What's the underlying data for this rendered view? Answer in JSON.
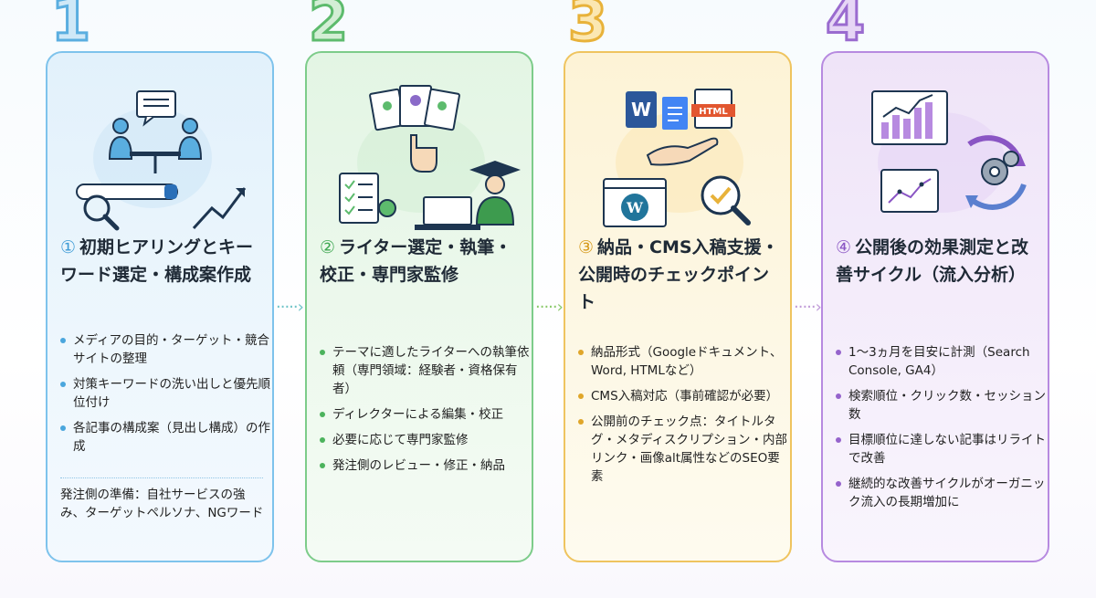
{
  "steps": [
    {
      "number": "1",
      "circled": "①",
      "title": "初期ヒアリングとキーワード選定・構成案作成",
      "bullets": [
        "メディアの目的・ターゲット・競合サイトの整理",
        "対策キーワードの洗い出しと優先順位付け",
        "各記事の構成案（見出し構成）の作成"
      ],
      "note": "発注側の準備：自社サービスの強み、ターゲットペルソナ、NGワード"
    },
    {
      "number": "2",
      "circled": "②",
      "title": "ライター選定・執筆・校正・専門家監修",
      "bullets": [
        "テーマに適したライターへの執筆依頼（専門領域：経験者・資格保有者）",
        "ディレクターによる編集・校正",
        "必要に応じて専門家監修",
        "発注側のレビュー・修正・納品"
      ]
    },
    {
      "number": "3",
      "circled": "③",
      "title": "納品・CMS入稿支援・公開時のチェックポイント",
      "bullets": [
        "納品形式（Googleドキュメント、Word, HTMLなど）",
        "CMS入稿対応（事前確認が必要）",
        "公開前のチェック点：タイトルタグ・メタディスクリプション・内部リンク・画像alt属性などのSEO要素"
      ],
      "icon_labels": {
        "word": "W",
        "html": "HTML"
      }
    },
    {
      "number": "4",
      "circled": "④",
      "title": "公開後の効果測定と改善サイクル（流入分析）",
      "bullets": [
        "1〜3ヵ月を目安に計測（Search Console, GA4）",
        "検索順位・クリック数・セッション数",
        "目標順位に達しない記事はリライトで改善",
        "継続的な改善サイクルがオーガニック流入の長期増加に"
      ]
    }
  ],
  "arrow_glyph": "·····›",
  "colors": {
    "blue": "#5aaee0",
    "green": "#5dbb6d",
    "yellow": "#e8b23a",
    "purple": "#9a6bcf"
  },
  "icons": [
    "meeting-icon",
    "search-bar-icon",
    "magnifier-icon",
    "trend-arrow-icon",
    "profile-cards-icon",
    "pointing-hand-icon",
    "checklist-icon",
    "graduate-laptop-icon",
    "word-doc-icon",
    "document-icon",
    "html-file-icon",
    "handshake-icon",
    "wordpress-icon",
    "check-magnifier-icon",
    "bar-chart-icon",
    "line-chart-icon",
    "gear-cycle-icon"
  ]
}
